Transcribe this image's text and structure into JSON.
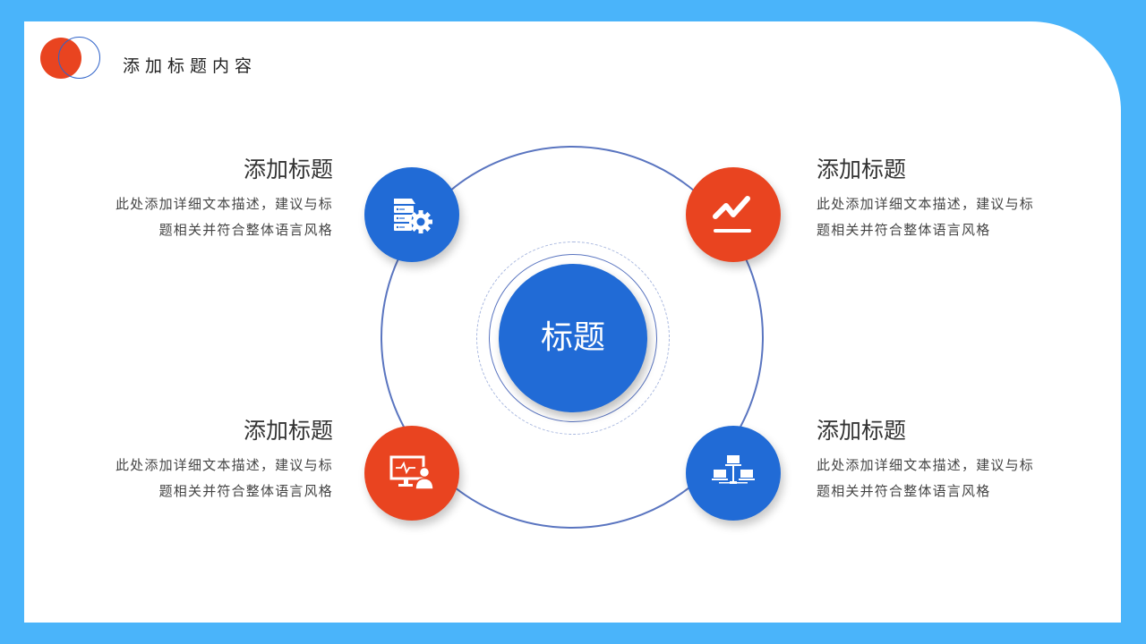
{
  "header": {
    "title": "添加标题内容",
    "logo": {
      "fill_color": "#E94420",
      "ring_color": "#2F63C9"
    }
  },
  "colors": {
    "frame": "#4AB4FA",
    "panel": "#FFFFFF",
    "blue": "#216BD6",
    "orange": "#E94420",
    "ring": "#5A75C0"
  },
  "center": {
    "label": "标题"
  },
  "items": [
    {
      "position": "top-left",
      "title": "添加标题",
      "desc_line1": "此处添加详细文本描述，建议与标",
      "desc_line2": "题相关并符合整体语言风格",
      "icon": "server-gear-icon",
      "color": "blue"
    },
    {
      "position": "top-right",
      "title": "添加标题",
      "desc_line1": "此处添加详细文本描述，建议与标",
      "desc_line2": "题相关并符合整体语言风格",
      "icon": "trend-chart-icon",
      "color": "orange"
    },
    {
      "position": "bottom-left",
      "title": "添加标题",
      "desc_line1": "此处添加详细文本描述，建议与标",
      "desc_line2": "题相关并符合整体语言风格",
      "icon": "monitor-support-icon",
      "color": "orange"
    },
    {
      "position": "bottom-right",
      "title": "添加标题",
      "desc_line1": "此处添加详细文本描述，建议与标",
      "desc_line2": "题相关并符合整体语言风格",
      "icon": "network-computers-icon",
      "color": "blue"
    }
  ]
}
